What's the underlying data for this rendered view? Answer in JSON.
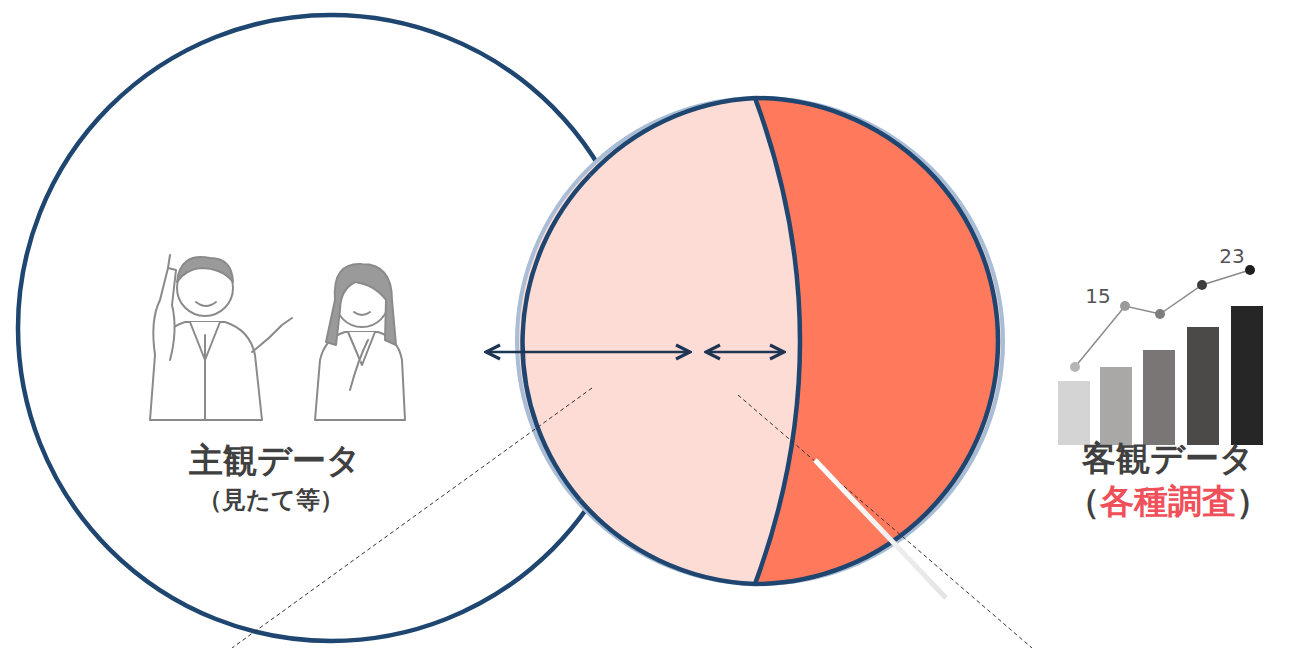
{
  "diagram": {
    "nodes": [
      {
        "text": [
          "主観データ",
          "（見たて等）"
        ]
      }
    ],
    "labels": [
      "15",
      "23",
      "客観データ",
      "（",
      "各種調査",
      "）"
    ]
  }
}
